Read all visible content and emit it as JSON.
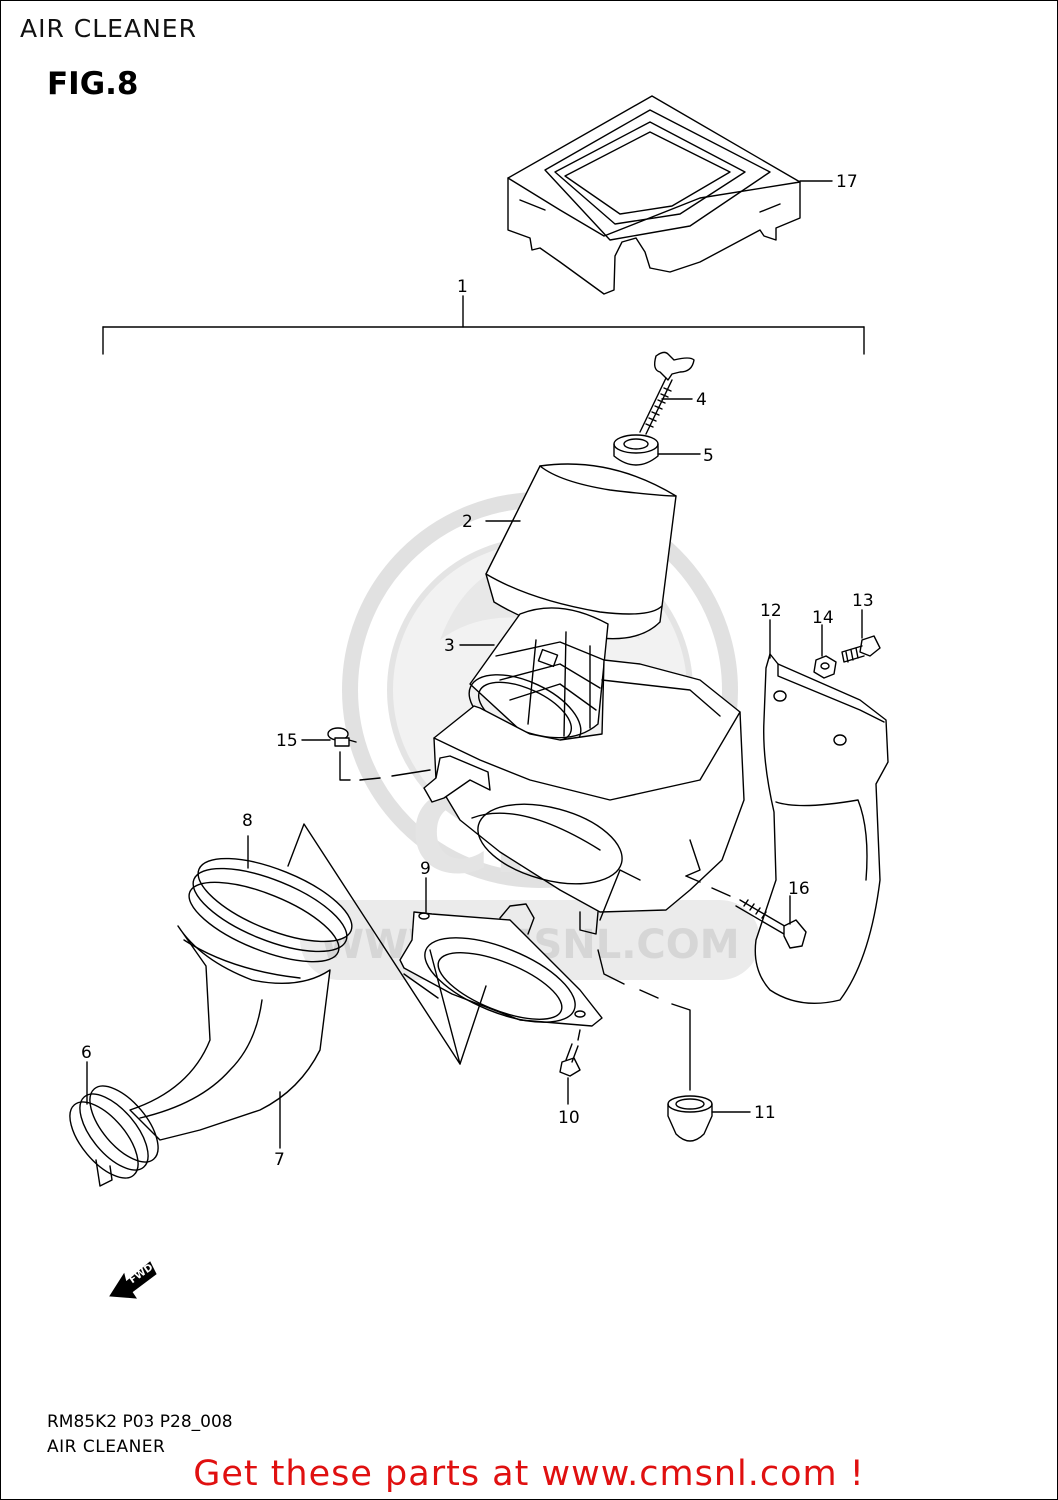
{
  "header": {
    "title": "AIR CLEANER"
  },
  "figure": {
    "label": "FIG.8"
  },
  "watermark": {
    "brand": "CMS",
    "site": "WWW.CMSNL.COM"
  },
  "callouts": [
    "1",
    "2",
    "3",
    "4",
    "5",
    "6",
    "7",
    "8",
    "9",
    "10",
    "11",
    "12",
    "13",
    "14",
    "15",
    "16",
    "17"
  ],
  "fwd_badge": "FWD",
  "footer": {
    "code": "RM85K2 P03 P28_008",
    "caption": "AIR CLEANER",
    "promo": "Get these parts at www.cmsnl.com !"
  },
  "colors": {
    "promo": "#e01010",
    "line": "#000000",
    "watermark": "#dcdcdc"
  }
}
